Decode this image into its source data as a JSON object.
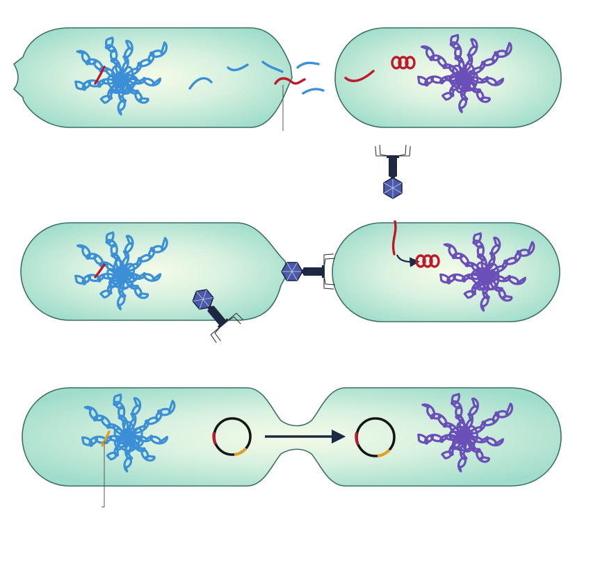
{
  "figure": {
    "panels": [
      {
        "id": "transformation",
        "elements": [
          "donor-cell",
          "recipient-cell",
          "free-dna-fragment",
          "red-gene-segment"
        ]
      },
      {
        "id": "transduction",
        "elements": [
          "donor-cell",
          "recipient-cell",
          "bacteriophage",
          "injected-dna"
        ]
      },
      {
        "id": "conjugation",
        "elements": [
          "donor-cell",
          "recipient-cell",
          "plasmid",
          "transfer-arrow"
        ]
      }
    ]
  },
  "colors": {
    "cell_fill_center": "#f4fbe8",
    "cell_fill_edge": "#9fdccb",
    "cell_stroke": "#3c6e63",
    "donor_chromosome": "#3a8fd6",
    "recipient_chromosome": "#6a4fb8",
    "transferred_gene": "#c0182a",
    "plasmid_ring": "#151515",
    "plasmid_marker_orange": "#e0a020",
    "phage_head": "#4a5aa8",
    "phage_tail": "#1e2845",
    "arrow": "#1e2a45",
    "pointer_line": "#555555"
  }
}
